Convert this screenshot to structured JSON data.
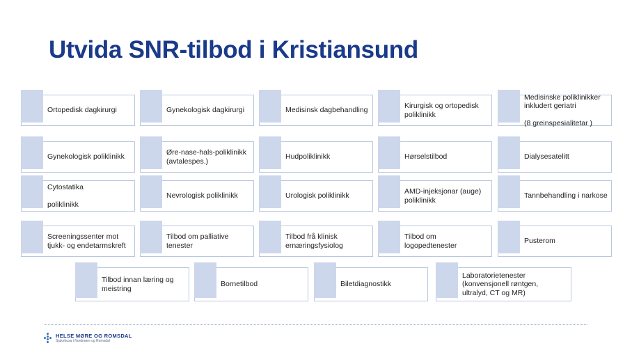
{
  "title": "Utvida SNR-tilbod i Kristiansund",
  "rows": [
    [
      "Ortopedisk dagkirurgi",
      "Gynekologisk dagkirurgi",
      "Medisinsk dagbehandling",
      "Kirurgisk og ortopedisk\npoliklinikk",
      "Medisinske poliklinikker\ninkludert geriatri\n\n (8 greinspesialitetar )"
    ],
    [
      "Gynekologisk poliklinikk",
      "Øre-nase-hals-poliklinikk\n(avtalespes.)",
      "Hudpoliklinikk",
      "Hørselstilbod",
      "Dialysesatelitt"
    ],
    [
      "Cytostatika\n\npoliklinikk",
      "Nevrologisk poliklinikk",
      "Urologisk poliklinikk",
      "AMD-injeksjonar (auge)\npoliklinikk",
      "Tannbehandling i narkose"
    ],
    [
      "Screeningssenter mot\ntjukk- og endetarmskreft",
      "Tilbod om palliative\ntenester",
      "Tilbod frå klinisk\nernæringsfysiolog",
      "Tilbod om\nlogopedtenester",
      "Pusterom"
    ],
    [
      "Tilbod innan læring og\nmeistring",
      "Bornetilbod",
      "Biletdiagnostikk",
      "Laboratorietenester\n(konvensjonell røntgen,\nultralyd, CT og MR)"
    ]
  ],
  "logo": {
    "name": "HELSE MØRE OG ROMSDAL",
    "sub": "Sjukehusa i Nordmøre og Romsdal"
  },
  "colors": {
    "title": "#1a3a8a",
    "tab": "#cdd7ec",
    "border": "#b9c7df"
  }
}
